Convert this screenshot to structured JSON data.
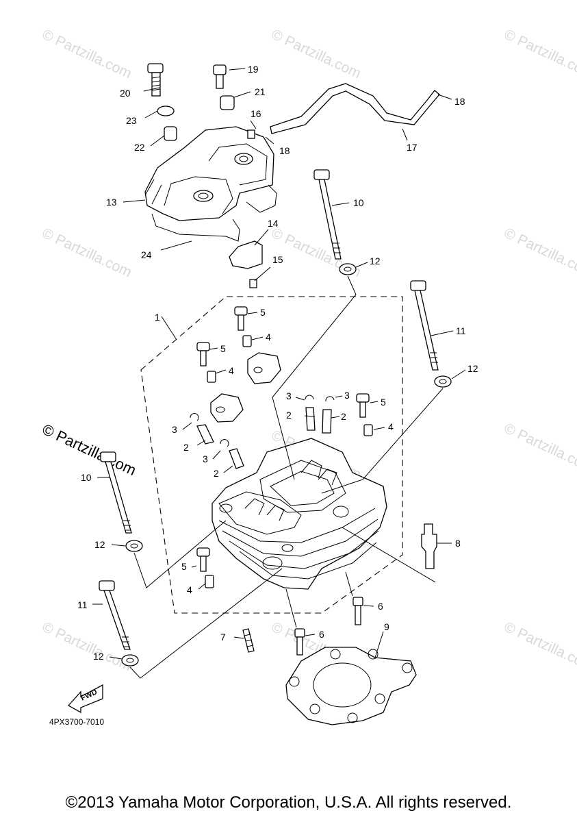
{
  "watermark": "© Partzilla.com",
  "diagram_code": "4PX3700-7010",
  "fwd_label": "FWD",
  "copyright": "©2013 Yamaha Motor Corporation, U.S.A. All rights reserved.",
  "callouts": {
    "c1": "1",
    "c2a": "2",
    "c2b": "2",
    "c2c": "2",
    "c2d": "2",
    "c3a": "3",
    "c3b": "3",
    "c3c": "3",
    "c3d": "3",
    "c4a": "4",
    "c4b": "4",
    "c4c": "4",
    "c4d": "4",
    "c5a": "5",
    "c5b": "5",
    "c5c": "5",
    "c5d": "5",
    "c6a": "6",
    "c6b": "6",
    "c7": "7",
    "c8": "8",
    "c9": "9",
    "c10a": "10",
    "c10b": "10",
    "c11a": "11",
    "c11b": "11",
    "c12a": "12",
    "c12b": "12",
    "c12c": "12",
    "c12d": "12",
    "c13": "13",
    "c14": "14",
    "c15": "15",
    "c16": "16",
    "c17": "17",
    "c18a": "18",
    "c18b": "18",
    "c19": "19",
    "c20": "20",
    "c21": "21",
    "c22": "22",
    "c23": "23",
    "c24": "24"
  }
}
